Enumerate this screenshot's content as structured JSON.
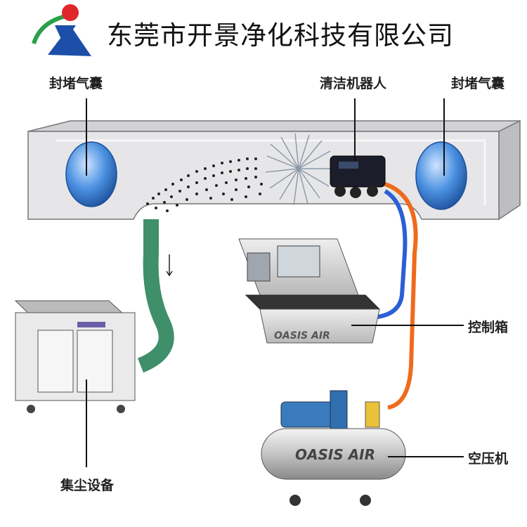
{
  "header": {
    "company_name": "东莞市开景净化科技有限公司",
    "logo_icon": "kaijing-logo-icon"
  },
  "labels": {
    "seal_bag_left": "封堵气囊",
    "cleaning_robot": "清洁机器人",
    "seal_bag_right": "封堵气囊",
    "control_box": "控制箱",
    "air_compressor": "空压机",
    "dust_collector": "集尘设备"
  },
  "brands": {
    "control_box_brand": "OASIS AIR",
    "compressor_brand": "OASIS AIR"
  },
  "colors": {
    "duct_face": "#e6e6e8",
    "duct_top": "#d2d2d6",
    "seal_bag": "#4a90e0",
    "hose_green": "#3e8f6a",
    "hose_blue": "#2b5fd6",
    "hose_orange": "#f06a1c",
    "logo_red": "#e0262b",
    "logo_blue": "#1e4fa8",
    "logo_green": "#2aa04a"
  }
}
